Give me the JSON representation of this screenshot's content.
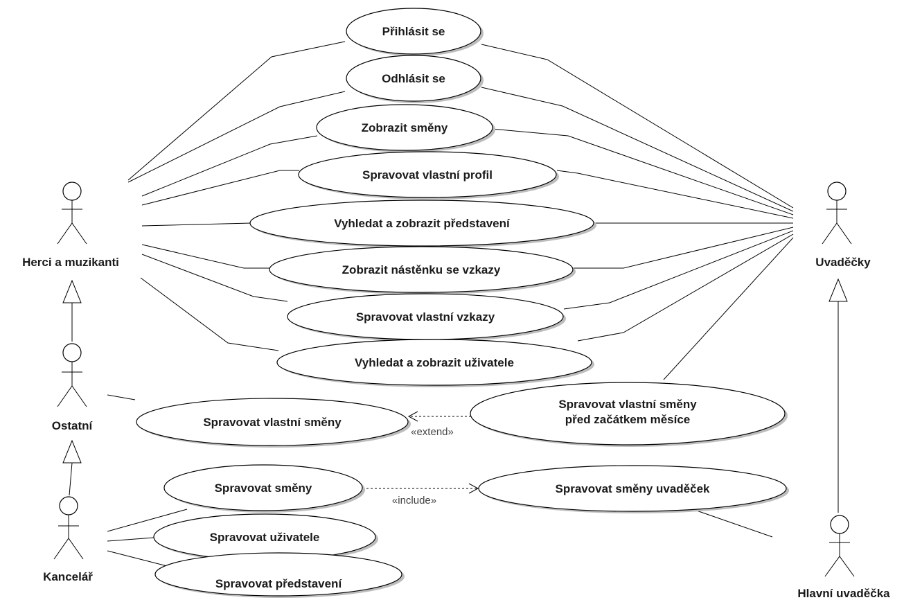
{
  "actors": {
    "herci": "Herci a muzikanti",
    "ostatni": "Ostatní",
    "kancelar": "Kancelář",
    "uvadecky": "Uvaděčky",
    "hlavni": "Hlavní uvaděčka"
  },
  "use_cases": {
    "prihlasit": "Přihlásit se",
    "odhlasit": "Odhlásit se",
    "zobrazit_smeny": "Zobrazit směny",
    "spravovat_profil": "Spravovat vlastní profil",
    "vyhledat_predstaveni": "Vyhledat a zobrazit představení",
    "zobrazit_nastenku": "Zobrazit nástěnku se vzkazy",
    "spravovat_vzkazy": "Spravovat vlastní vzkazy",
    "vyhledat_uzivatele": "Vyhledat a zobrazit uživatele",
    "spravovat_vlastni_smeny": "Spravovat vlastní směny",
    "spravovat_pred_zacatkem_line1": "Spravovat vlastní směny",
    "spravovat_pred_zacatkem_line2": "před začátkem měsíce",
    "spravovat_smeny": "Spravovat směny",
    "spravovat_smeny_uvadecek": "Spravovat směny uvaděček",
    "spravovat_uzivatele": "Spravovat uživatele",
    "spravovat_predstaveni": "Spravovat představení"
  },
  "stereotypes": {
    "extend": "«extend»",
    "include": "«include»"
  }
}
